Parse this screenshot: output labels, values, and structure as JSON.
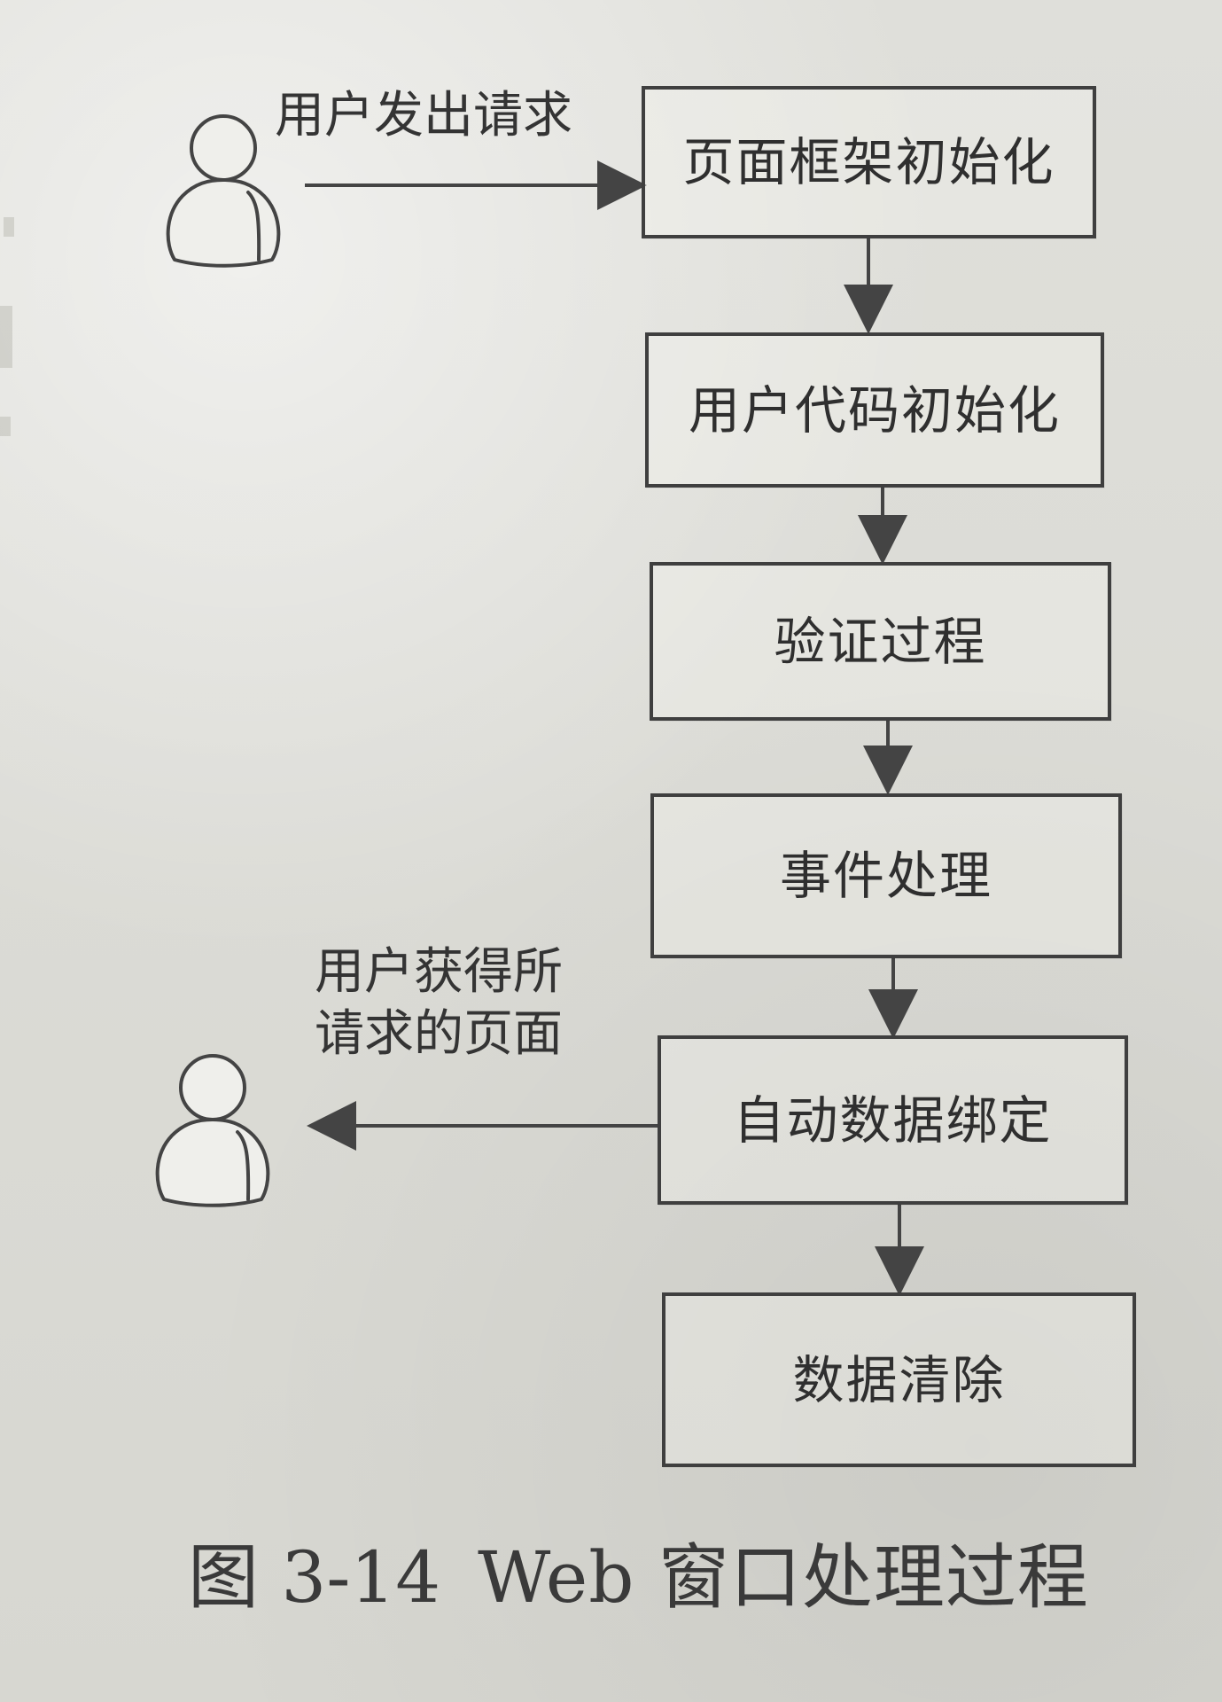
{
  "diagram": {
    "notes": {
      "request": "用户发出请求",
      "response_line1": "用户获得所",
      "response_line2": "请求的页面"
    },
    "boxes": [
      {
        "label": "页面框架初始化"
      },
      {
        "label": "用户代码初始化"
      },
      {
        "label": "验证过程"
      },
      {
        "label": "事件处理"
      },
      {
        "label": "自动数据绑定"
      },
      {
        "label": "数据清除"
      }
    ],
    "caption": {
      "number": "图 3-14",
      "title": "Web 窗口处理过程"
    },
    "icons": {
      "user_top": "user-icon",
      "user_bottom": "user-icon"
    }
  }
}
